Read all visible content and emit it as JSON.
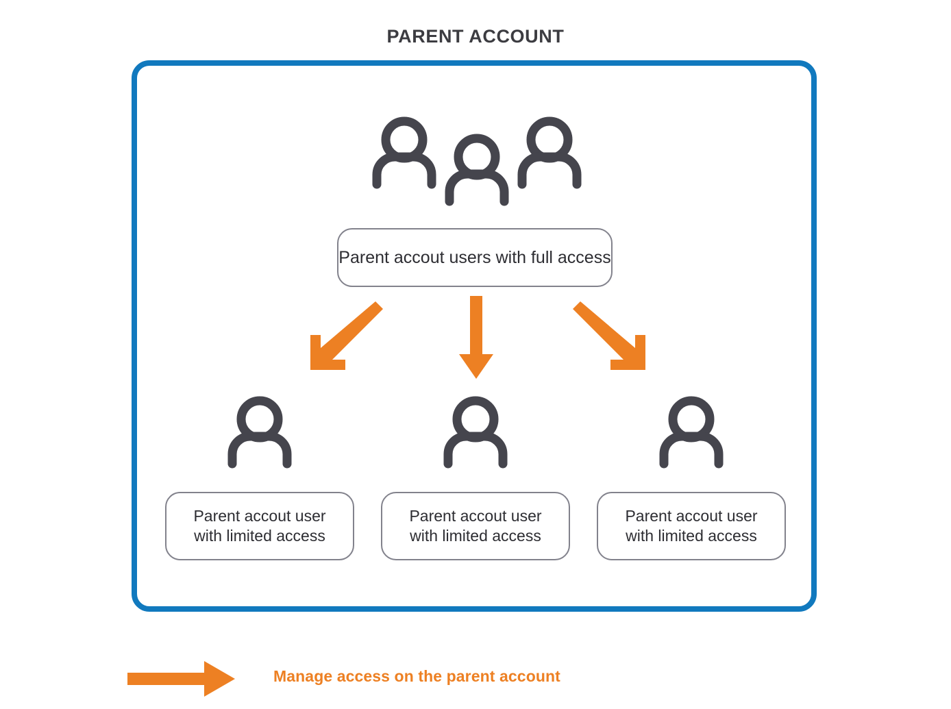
{
  "page": {
    "title": "PARENT ACCOUNT",
    "background_color": "#ffffff"
  },
  "colors": {
    "frame_blue": "#1179be",
    "arrow_orange": "#ed8023",
    "icon_gray": "#45454d",
    "box_border_gray": "#82828c",
    "text_dark": "#2d2d32",
    "title_gray": "#3c3c41"
  },
  "diagram": {
    "frame": {
      "name": "parent-account-container"
    },
    "parent_node": {
      "icon": "three-people-icon",
      "label": "Parent accout users with full access"
    },
    "arrows": [
      {
        "icon": "arrow-down-left-icon",
        "direction": "down-left"
      },
      {
        "icon": "arrow-down-icon",
        "direction": "down"
      },
      {
        "icon": "arrow-down-right-icon",
        "direction": "down-right"
      }
    ],
    "child_nodes": [
      {
        "icon": "person-icon",
        "label_line_1": "Parent accout user",
        "label_line_2": "with limited access"
      },
      {
        "icon": "person-icon",
        "label_line_1": "Parent accout user",
        "label_line_2": "with limited access"
      },
      {
        "icon": "person-icon",
        "label_line_1": "Parent accout user",
        "label_line_2": "with limited access"
      }
    ]
  },
  "legend": {
    "icon": "arrow-right-icon",
    "text": "Manage access on the parent account"
  }
}
